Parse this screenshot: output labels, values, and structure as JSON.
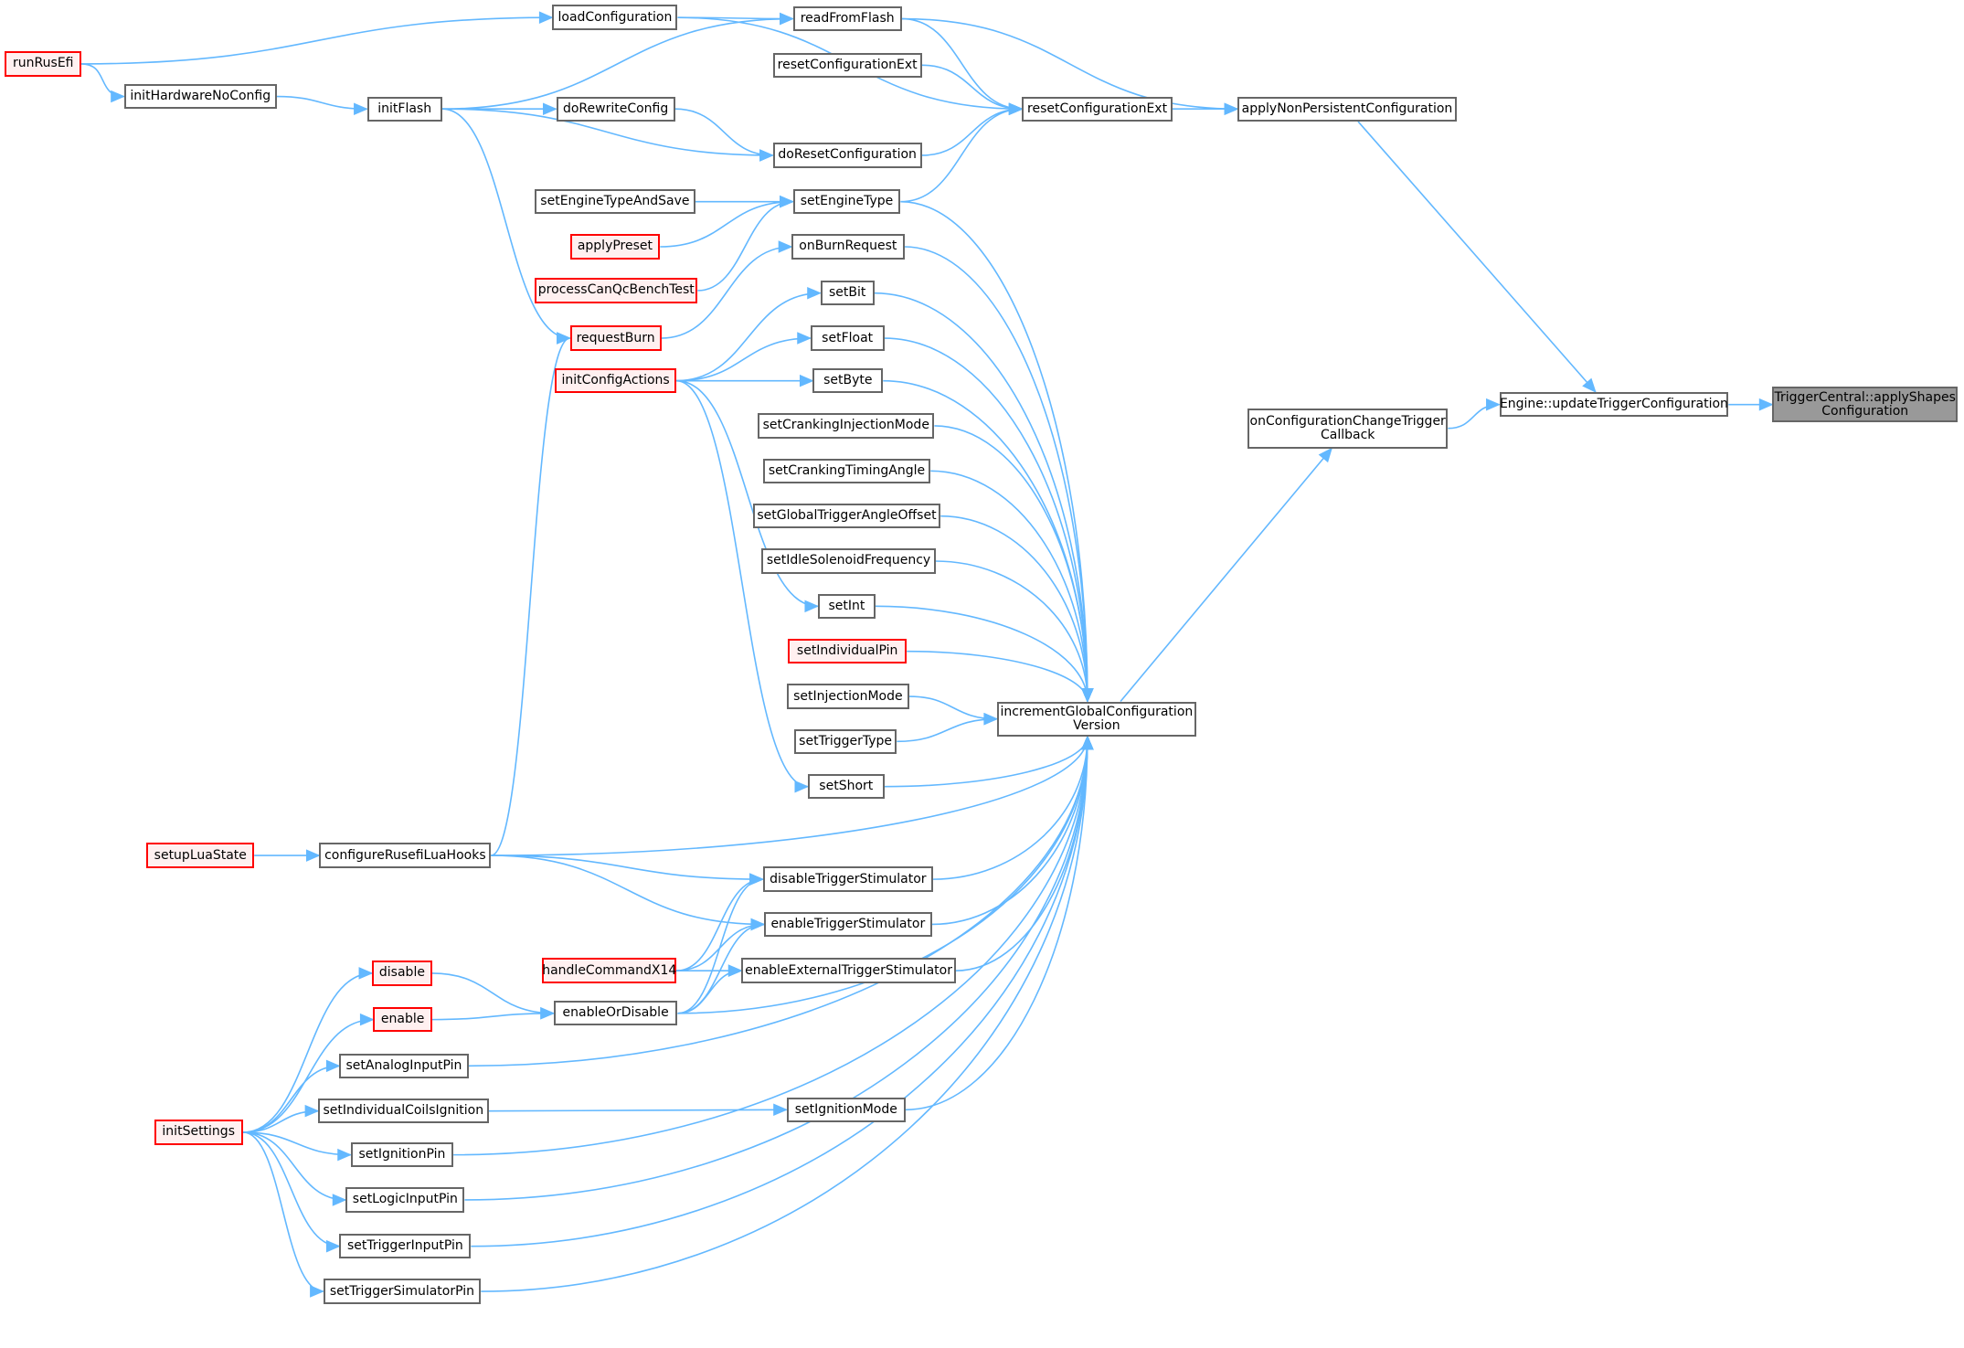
{
  "diagram": {
    "type": "caller-graph",
    "colors": {
      "edge": "#63b8ff",
      "node_border": "#666666",
      "node_fill": "#ffffff",
      "truncated_border": "#ff0000",
      "truncated_fill": "#fff0f0",
      "focus_fill": "#999999"
    },
    "nodes": [
      {
        "id": "runRusEfi",
        "lines": [
          "runRusEfi"
        ],
        "style": "red"
      },
      {
        "id": "initHardwareNoConfig",
        "lines": [
          "initHardwareNoConfig"
        ],
        "style": "normal"
      },
      {
        "id": "loadConfiguration",
        "lines": [
          "loadConfiguration"
        ],
        "style": "normal"
      },
      {
        "id": "initFlash",
        "lines": [
          "initFlash"
        ],
        "style": "normal"
      },
      {
        "id": "readFromFlash",
        "lines": [
          "readFromFlash"
        ],
        "style": "normal"
      },
      {
        "id": "resetConfigurationExt2",
        "lines": [
          "resetConfigurationExt"
        ],
        "style": "normal"
      },
      {
        "id": "doRewriteConfig",
        "lines": [
          "doRewriteConfig"
        ],
        "style": "normal"
      },
      {
        "id": "resetConfigurationExt",
        "lines": [
          "resetConfigurationExt"
        ],
        "style": "normal"
      },
      {
        "id": "applyNonPersistentConfiguration",
        "lines": [
          "applyNonPersistentConfiguration"
        ],
        "style": "normal"
      },
      {
        "id": "doResetConfiguration",
        "lines": [
          "doResetConfiguration"
        ],
        "style": "normal"
      },
      {
        "id": "setEngineTypeAndSave",
        "lines": [
          "setEngineTypeAndSave"
        ],
        "style": "normal"
      },
      {
        "id": "setEngineType",
        "lines": [
          "setEngineType"
        ],
        "style": "normal"
      },
      {
        "id": "applyPreset",
        "lines": [
          "applyPreset"
        ],
        "style": "red"
      },
      {
        "id": "onBurnRequest",
        "lines": [
          "onBurnRequest"
        ],
        "style": "normal"
      },
      {
        "id": "processCanQcBenchTest",
        "lines": [
          "processCanQcBenchTest"
        ],
        "style": "red"
      },
      {
        "id": "setBit",
        "lines": [
          "setBit"
        ],
        "style": "normal"
      },
      {
        "id": "requestBurn",
        "lines": [
          "requestBurn"
        ],
        "style": "red"
      },
      {
        "id": "setFloat",
        "lines": [
          "setFloat"
        ],
        "style": "normal"
      },
      {
        "id": "initConfigActions",
        "lines": [
          "initConfigActions"
        ],
        "style": "red"
      },
      {
        "id": "setByte",
        "lines": [
          "setByte"
        ],
        "style": "normal"
      },
      {
        "id": "setCrankingInjectionMode",
        "lines": [
          "setCrankingInjectionMode"
        ],
        "style": "normal"
      },
      {
        "id": "setCrankingTimingAngle",
        "lines": [
          "setCrankingTimingAngle"
        ],
        "style": "normal"
      },
      {
        "id": "setGlobalTriggerAngleOffset",
        "lines": [
          "setGlobalTriggerAngleOffset"
        ],
        "style": "normal"
      },
      {
        "id": "setIdleSolenoidFrequency",
        "lines": [
          "setIdleSolenoidFrequency"
        ],
        "style": "normal"
      },
      {
        "id": "setInt",
        "lines": [
          "setInt"
        ],
        "style": "normal"
      },
      {
        "id": "setIndividualPin",
        "lines": [
          "setIndividualPin"
        ],
        "style": "red"
      },
      {
        "id": "setInjectionMode",
        "lines": [
          "setInjectionMode"
        ],
        "style": "normal"
      },
      {
        "id": "incrementGlobalConfigurationVersion",
        "lines": [
          "incrementGlobalConfiguration",
          "Version"
        ],
        "style": "normal"
      },
      {
        "id": "setTriggerType",
        "lines": [
          "setTriggerType"
        ],
        "style": "normal"
      },
      {
        "id": "setShort",
        "lines": [
          "setShort"
        ],
        "style": "normal"
      },
      {
        "id": "onConfigurationChangeTriggerCallback",
        "lines": [
          "onConfigurationChangeTrigger",
          "Callback"
        ],
        "style": "normal"
      },
      {
        "id": "updateTriggerConfiguration",
        "lines": [
          "Engine::updateTriggerConfiguration"
        ],
        "style": "normal"
      },
      {
        "id": "applyShapesConfiguration",
        "lines": [
          "TriggerCentral::applyShapes",
          "Configuration"
        ],
        "style": "focus"
      },
      {
        "id": "setupLuaState",
        "lines": [
          "setupLuaState"
        ],
        "style": "red"
      },
      {
        "id": "configureRusefiLuaHooks",
        "lines": [
          "configureRusefiLuaHooks"
        ],
        "style": "normal"
      },
      {
        "id": "disableTriggerStimulator",
        "lines": [
          "disableTriggerStimulator"
        ],
        "style": "normal"
      },
      {
        "id": "enableTriggerStimulator",
        "lines": [
          "enableTriggerStimulator"
        ],
        "style": "normal"
      },
      {
        "id": "handleCommandX14",
        "lines": [
          "handleCommandX14"
        ],
        "style": "red"
      },
      {
        "id": "enableExternalTriggerStimulator",
        "lines": [
          "enableExternalTriggerStimulator"
        ],
        "style": "normal"
      },
      {
        "id": "disable",
        "lines": [
          "disable"
        ],
        "style": "red"
      },
      {
        "id": "enableOrDisable",
        "lines": [
          "enableOrDisable"
        ],
        "style": "normal"
      },
      {
        "id": "enable",
        "lines": [
          "enable"
        ],
        "style": "red"
      },
      {
        "id": "setAnalogInputPin",
        "lines": [
          "setAnalogInputPin"
        ],
        "style": "normal"
      },
      {
        "id": "setIndividualCoilsIgnition",
        "lines": [
          "setIndividualCoilsIgnition"
        ],
        "style": "normal"
      },
      {
        "id": "setIgnitionMode",
        "lines": [
          "setIgnitionMode"
        ],
        "style": "normal"
      },
      {
        "id": "initSettings",
        "lines": [
          "initSettings"
        ],
        "style": "red"
      },
      {
        "id": "setIgnitionPin",
        "lines": [
          "setIgnitionPin"
        ],
        "style": "normal"
      },
      {
        "id": "setLogicInputPin",
        "lines": [
          "setLogicInputPin"
        ],
        "style": "normal"
      },
      {
        "id": "setTriggerInputPin",
        "lines": [
          "setTriggerInputPin"
        ],
        "style": "normal"
      },
      {
        "id": "setTriggerSimulatorPin",
        "lines": [
          "setTriggerSimulatorPin"
        ],
        "style": "normal"
      }
    ],
    "edges": [
      [
        "runRusEfi",
        "loadConfiguration"
      ],
      [
        "runRusEfi",
        "initHardwareNoConfig"
      ],
      [
        "initHardwareNoConfig",
        "initFlash"
      ],
      [
        "loadConfiguration",
        "readFromFlash"
      ],
      [
        "loadConfiguration",
        "resetConfigurationExt"
      ],
      [
        "initFlash",
        "readFromFlash"
      ],
      [
        "initFlash",
        "doRewriteConfig"
      ],
      [
        "initFlash",
        "doResetConfiguration"
      ],
      [
        "initFlash",
        "requestBurn"
      ],
      [
        "readFromFlash",
        "resetConfigurationExt"
      ],
      [
        "readFromFlash",
        "applyNonPersistentConfiguration"
      ],
      [
        "resetConfigurationExt2",
        "resetConfigurationExt"
      ],
      [
        "doRewriteConfig",
        "doResetConfiguration"
      ],
      [
        "doResetConfiguration",
        "resetConfigurationExt"
      ],
      [
        "setEngineType",
        "resetConfigurationExt"
      ],
      [
        "resetConfigurationExt",
        "applyNonPersistentConfiguration"
      ],
      [
        "applyNonPersistentConfiguration",
        "updateTriggerConfiguration"
      ],
      [
        "onConfigurationChangeTriggerCallback",
        "updateTriggerConfiguration"
      ],
      [
        "updateTriggerConfiguration",
        "applyShapesConfiguration"
      ],
      [
        "incrementGlobalConfigurationVersion",
        "onConfigurationChangeTriggerCallback"
      ],
      [
        "setEngineTypeAndSave",
        "setEngineType"
      ],
      [
        "applyPreset",
        "setEngineType"
      ],
      [
        "processCanQcBenchTest",
        "setEngineType"
      ],
      [
        "requestBurn",
        "onBurnRequest"
      ],
      [
        "initConfigActions",
        "setBit"
      ],
      [
        "initConfigActions",
        "setFloat"
      ],
      [
        "initConfigActions",
        "setByte"
      ],
      [
        "initConfigActions",
        "setInt"
      ],
      [
        "initConfigActions",
        "setShort"
      ],
      [
        "configureRusefiLuaHooks",
        "requestBurn"
      ],
      [
        "configureRusefiLuaHooks",
        "incrementGlobalConfigurationVersion"
      ],
      [
        "configureRusefiLuaHooks",
        "disableTriggerStimulator"
      ],
      [
        "configureRusefiLuaHooks",
        "enableTriggerStimulator"
      ],
      [
        "setupLuaState",
        "configureRusefiLuaHooks"
      ],
      [
        "setEngineType",
        "incrementGlobalConfigurationVersion"
      ],
      [
        "onBurnRequest",
        "incrementGlobalConfigurationVersion"
      ],
      [
        "setBit",
        "incrementGlobalConfigurationVersion"
      ],
      [
        "setFloat",
        "incrementGlobalConfigurationVersion"
      ],
      [
        "setByte",
        "incrementGlobalConfigurationVersion"
      ],
      [
        "setCrankingInjectionMode",
        "incrementGlobalConfigurationVersion"
      ],
      [
        "setCrankingTimingAngle",
        "incrementGlobalConfigurationVersion"
      ],
      [
        "setGlobalTriggerAngleOffset",
        "incrementGlobalConfigurationVersion"
      ],
      [
        "setIdleSolenoidFrequency",
        "incrementGlobalConfigurationVersion"
      ],
      [
        "setInt",
        "incrementGlobalConfigurationVersion"
      ],
      [
        "setIndividualPin",
        "incrementGlobalConfigurationVersion"
      ],
      [
        "setInjectionMode",
        "incrementGlobalConfigurationVersion"
      ],
      [
        "setTriggerType",
        "incrementGlobalConfigurationVersion"
      ],
      [
        "setShort",
        "incrementGlobalConfigurationVersion"
      ],
      [
        "disableTriggerStimulator",
        "incrementGlobalConfigurationVersion"
      ],
      [
        "enableTriggerStimulator",
        "incrementGlobalConfigurationVersion"
      ],
      [
        "enableExternalTriggerStimulator",
        "incrementGlobalConfigurationVersion"
      ],
      [
        "setIgnitionMode",
        "incrementGlobalConfigurationVersion"
      ],
      [
        "enableOrDisable",
        "incrementGlobalConfigurationVersion"
      ],
      [
        "enableOrDisable",
        "disableTriggerStimulator"
      ],
      [
        "enableOrDisable",
        "enableTriggerStimulator"
      ],
      [
        "enableOrDisable",
        "enableExternalTriggerStimulator"
      ],
      [
        "handleCommandX14",
        "disableTriggerStimulator"
      ],
      [
        "handleCommandX14",
        "enableTriggerStimulator"
      ],
      [
        "handleCommandX14",
        "enableExternalTriggerStimulator"
      ],
      [
        "disable",
        "enableOrDisable"
      ],
      [
        "enable",
        "enableOrDisable"
      ],
      [
        "initSettings",
        "disable"
      ],
      [
        "initSettings",
        "enable"
      ],
      [
        "initSettings",
        "setAnalogInputPin"
      ],
      [
        "initSettings",
        "setIndividualCoilsIgnition"
      ],
      [
        "initSettings",
        "setIgnitionPin"
      ],
      [
        "initSettings",
        "setLogicInputPin"
      ],
      [
        "initSettings",
        "setTriggerInputPin"
      ],
      [
        "initSettings",
        "setTriggerSimulatorPin"
      ],
      [
        "setAnalogInputPin",
        "incrementGlobalConfigurationVersion"
      ],
      [
        "setIndividualCoilsIgnition",
        "setIgnitionMode"
      ],
      [
        "setIgnitionPin",
        "incrementGlobalConfigurationVersion"
      ],
      [
        "setLogicInputPin",
        "incrementGlobalConfigurationVersion"
      ],
      [
        "setTriggerInputPin",
        "incrementGlobalConfigurationVersion"
      ],
      [
        "setTriggerSimulatorPin",
        "incrementGlobalConfigurationVersion"
      ]
    ]
  }
}
